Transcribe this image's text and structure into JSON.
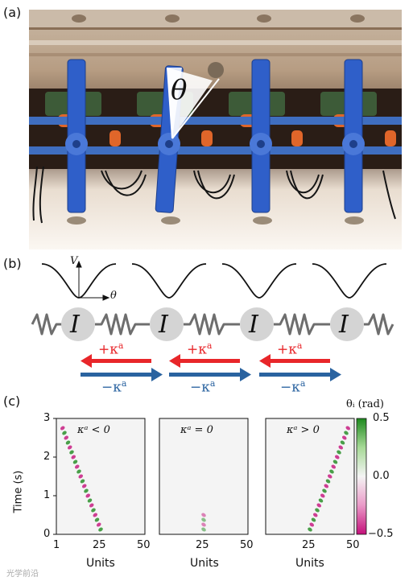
{
  "panels": {
    "a": {
      "label": "(a)",
      "theta": "θ"
    },
    "b": {
      "label": "(b)",
      "axis_V": "V",
      "axis_theta": "θ",
      "mass_label": "I",
      "plus_kappa": "+κ",
      "minus_kappa": "−κ",
      "superscript": "a",
      "colors": {
        "plus": "#e8262a",
        "minus": "#2a63a0",
        "mass": "#d4d4d4",
        "spring": "#6e6e6e"
      }
    },
    "c": {
      "label": "(c)",
      "ylabel": "Time (s)",
      "xlabel": "Units",
      "colorbar_title": "θᵢ (rad)",
      "colorbar_ticks": [
        "0.5",
        "0.0",
        "−0.5"
      ],
      "y_ticks": [
        "0",
        "1",
        "2",
        "3"
      ],
      "x_ticks_first": [
        "1",
        "25",
        "50"
      ],
      "x_ticks_other": [
        "25",
        "50"
      ],
      "subplots": [
        {
          "title": "κᵃ < 0",
          "direction": "left"
        },
        {
          "title": "κᵃ = 0",
          "direction": "none"
        },
        {
          "title": "κᵃ > 0",
          "direction": "right"
        }
      ],
      "colors": {
        "positive": "#1e8a1e",
        "negative": "#c4107a",
        "background": "#f4f4f4"
      }
    }
  },
  "watermark": "光学前沿"
}
